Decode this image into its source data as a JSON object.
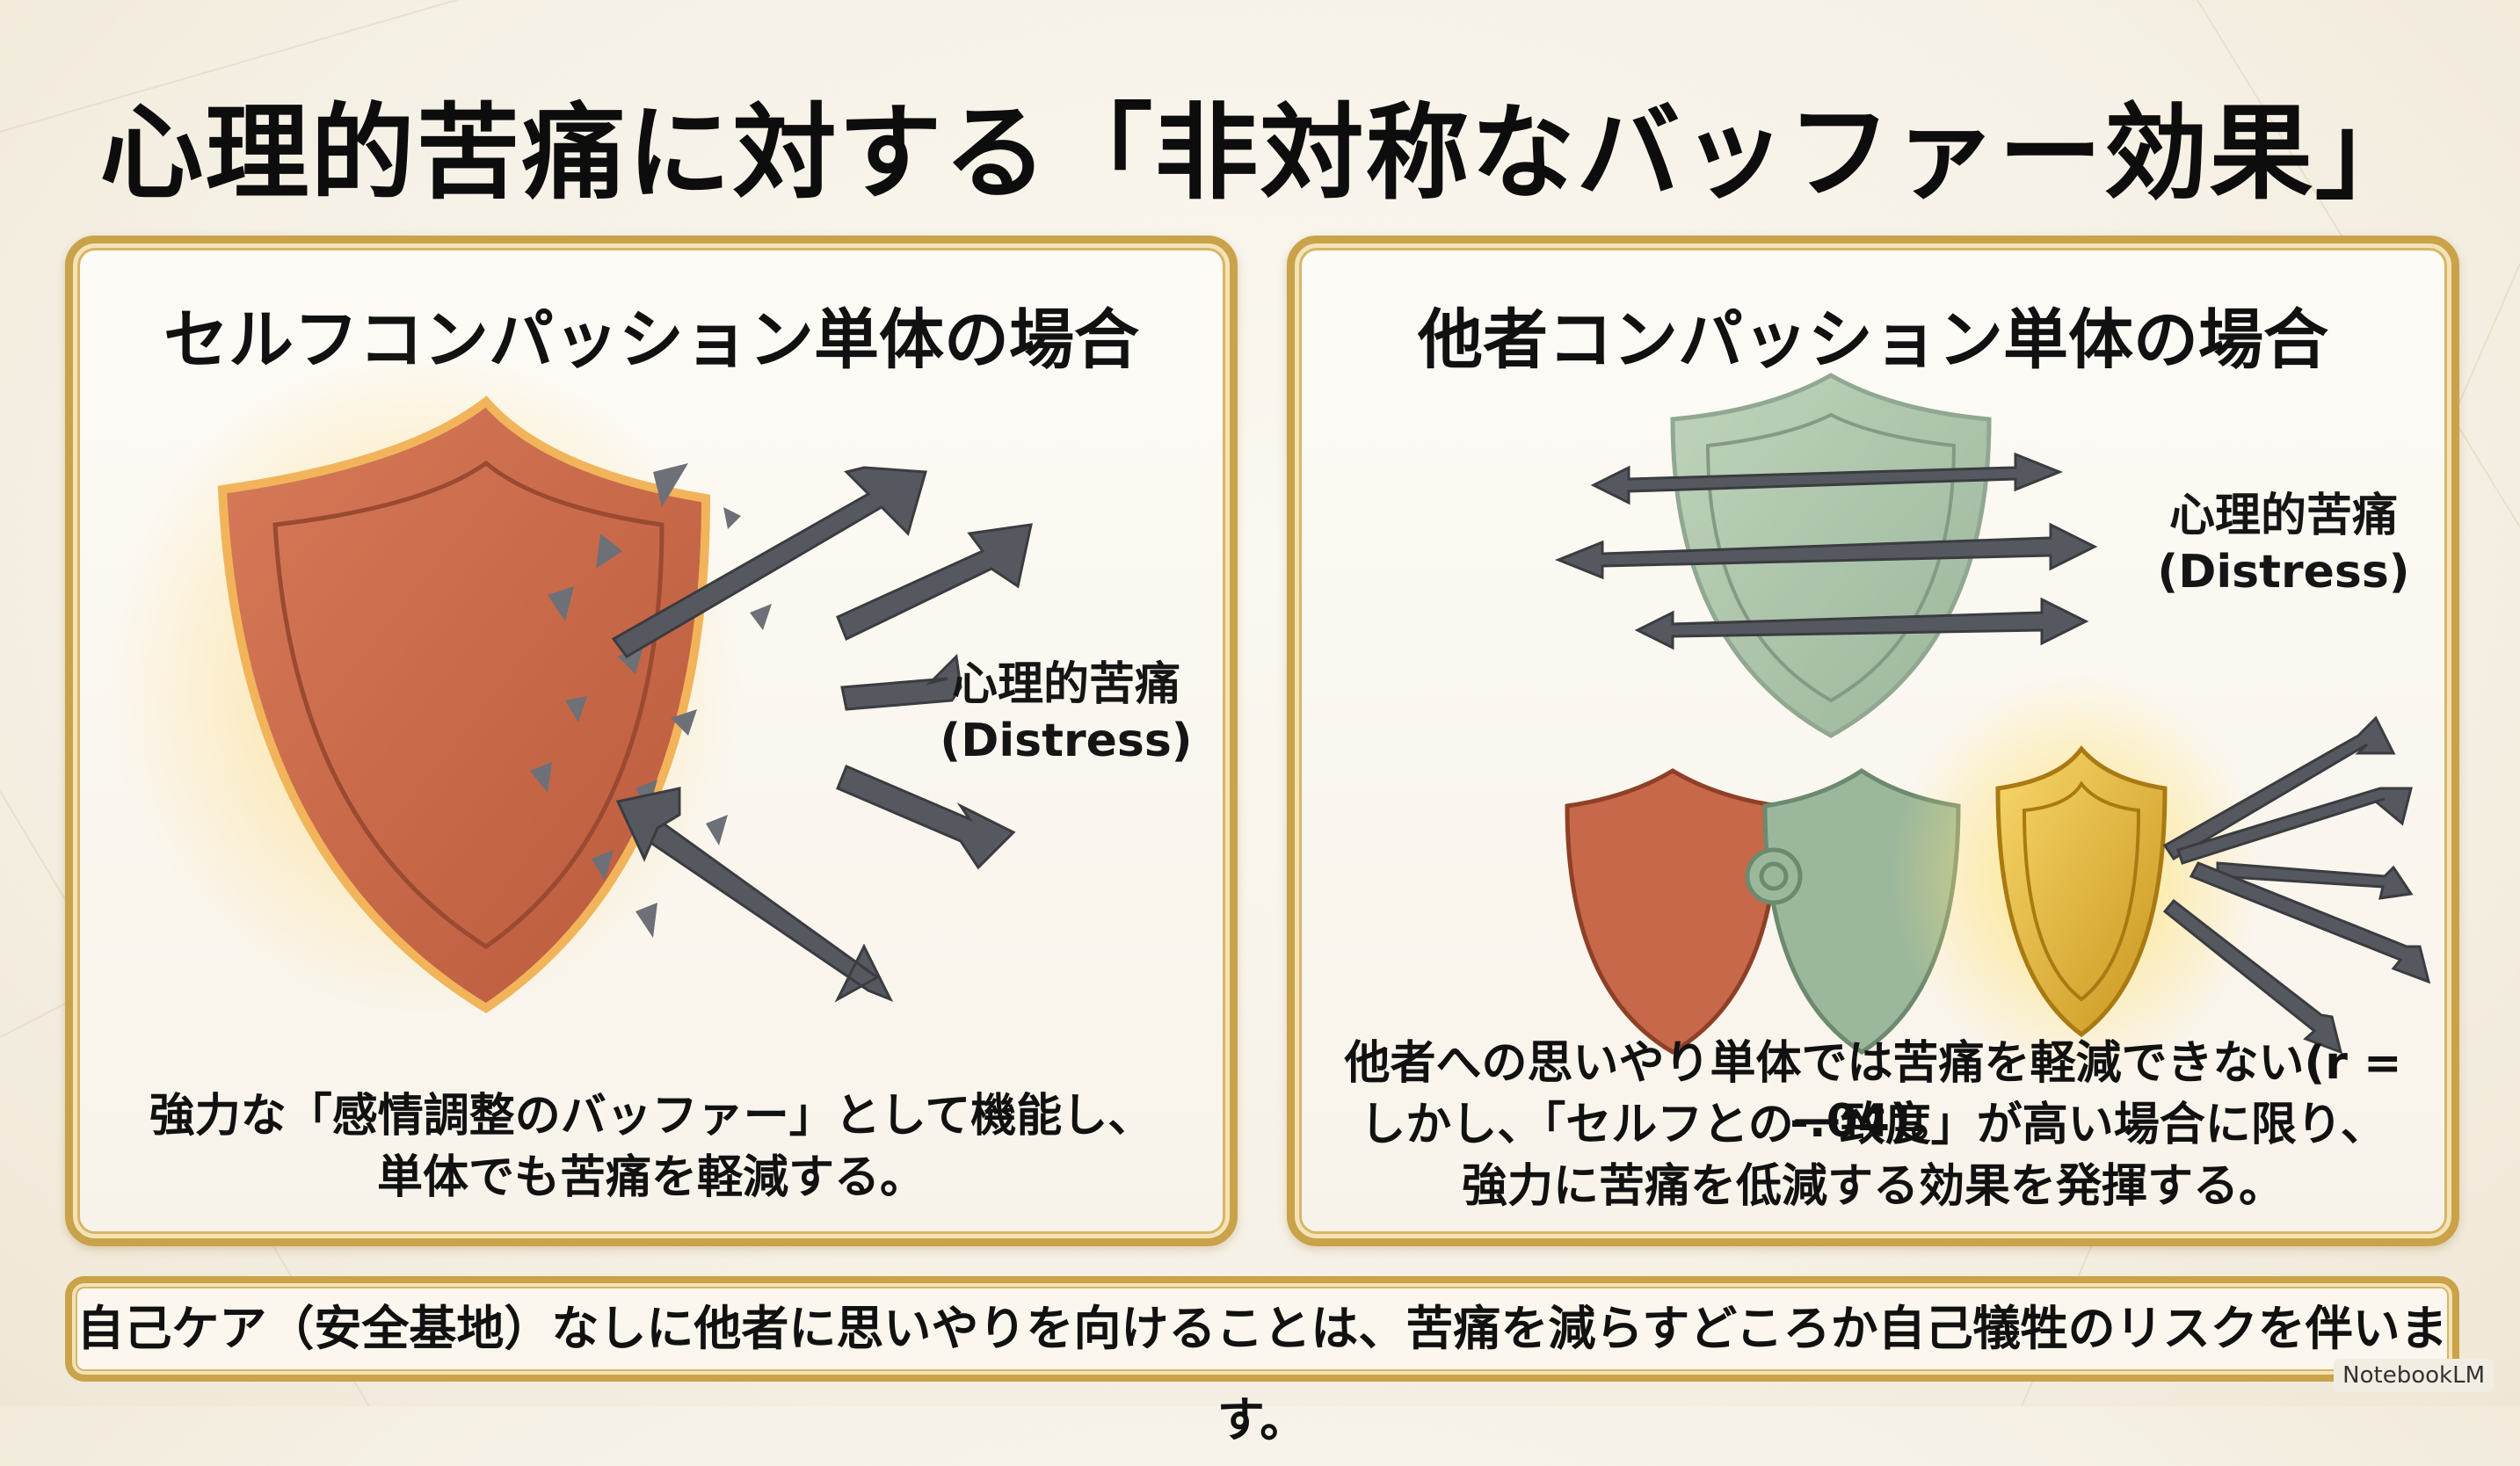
{
  "title": "心理的苦痛に対する「非対称なバッファー効果」",
  "left_panel": {
    "title": "セルフコンパッション単体の場合",
    "distress_label_1": "心理的苦痛",
    "distress_label_2": "(Distress)",
    "caption_1": "強力な「感情調整のバッファー」として機能し、",
    "caption_2": "単体でも苦痛を軽減する。"
  },
  "right_panel": {
    "title": "他者コンパッション単体の場合",
    "distress_label_1": "心理的苦痛",
    "distress_label_2": "(Distress)",
    "caption_1": "他者への思いやり単体では苦痛を軽減できない(r = -.04)。",
    "caption_2": "しかし、「セルフとの一致度」が高い場合に限り、",
    "caption_3": "強力に苦痛を低減する効果を発揮する。"
  },
  "bottom_message": "自己ケア（安全基地）なしに他者に思いやりを向けることは、苦痛を減らすどころか自己犠牲のリスクを伴います。",
  "brand": "NotebookLM",
  "colors": {
    "gold": "#c9a24a",
    "self_shield": "#c8684a",
    "other_shield": "#9cb89c",
    "golden_shield": "#e2b431",
    "arrow": "#55585e"
  }
}
